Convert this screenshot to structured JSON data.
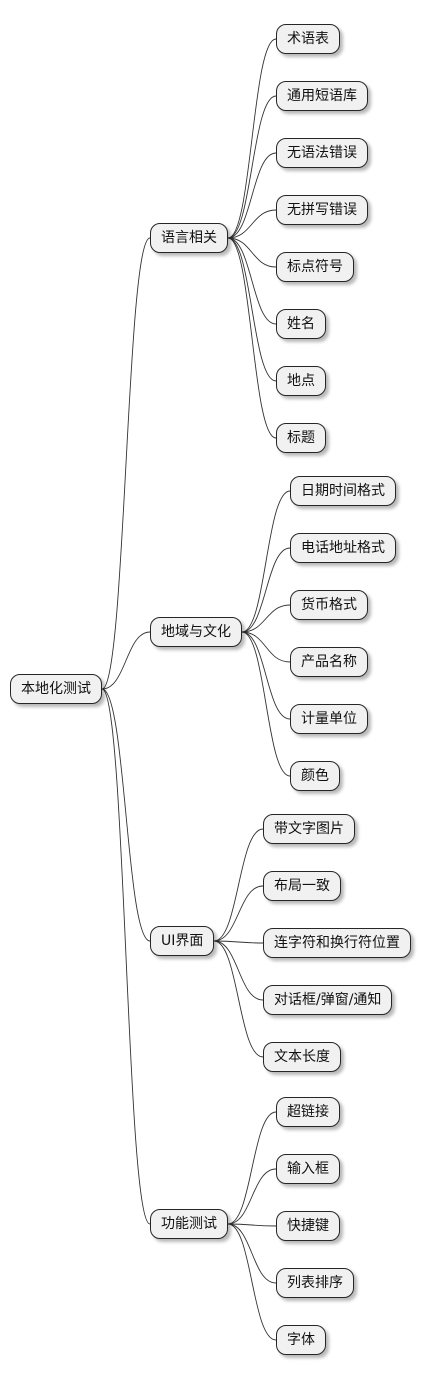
{
  "root": {
    "label": "本地化测试"
  },
  "branches": [
    {
      "label": "语言相关",
      "children": [
        "术语表",
        "通用短语库",
        "无语法错误",
        "无拼写错误",
        "标点符号",
        "姓名",
        "地点",
        "标题"
      ]
    },
    {
      "label": "地域与文化",
      "children": [
        "日期时间格式",
        "电话地址格式",
        "货币格式",
        "产品名称",
        "计量单位",
        "颜色"
      ]
    },
    {
      "label": "UI界面",
      "children": [
        "带文字图片",
        "布局一致",
        "连字符和换行符位置",
        "对话框/弹窗/通知",
        "文本长度"
      ]
    },
    {
      "label": "功能测试",
      "children": [
        "超链接",
        "输入框",
        "快捷键",
        "列表排序",
        "字体"
      ]
    }
  ]
}
